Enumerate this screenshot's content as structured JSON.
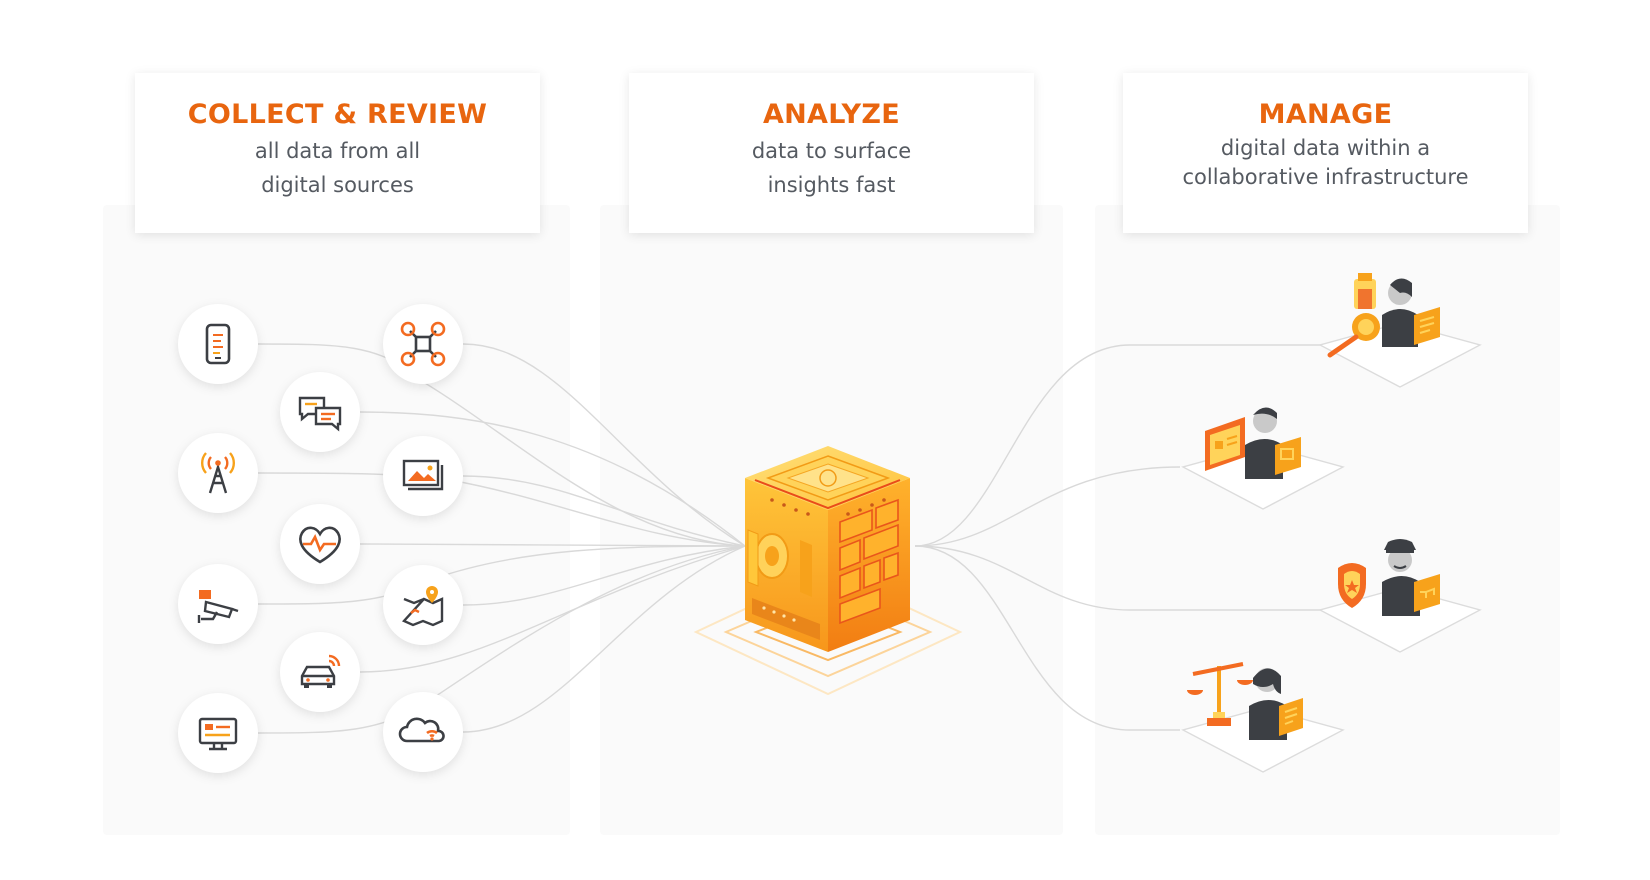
{
  "columns": [
    {
      "title": "COLLECT & REVIEW",
      "subtitle": "all data from all\ndigital sources"
    },
    {
      "title": "ANALYZE",
      "subtitle": "data to surface\ninsights fast"
    },
    {
      "title": "MANAGE",
      "subtitle": "digital data within a\ncollaborative infrastructure"
    }
  ],
  "sources": [
    {
      "icon": "smartphone-icon"
    },
    {
      "icon": "drone-icon"
    },
    {
      "icon": "chat-icon"
    },
    {
      "icon": "cell-tower-icon"
    },
    {
      "icon": "image-gallery-icon"
    },
    {
      "icon": "heart-rate-icon"
    },
    {
      "icon": "cctv-camera-icon"
    },
    {
      "icon": "map-location-icon"
    },
    {
      "icon": "connected-car-icon"
    },
    {
      "icon": "computer-monitor-icon"
    },
    {
      "icon": "cloud-icon"
    }
  ],
  "hub": {
    "icon": "analytics-cube-icon"
  },
  "managers": [
    {
      "icon": "investigator-icon"
    },
    {
      "icon": "analyst-icon"
    },
    {
      "icon": "police-officer-icon"
    },
    {
      "icon": "legal-icon"
    }
  ],
  "colors": {
    "accent": "#e8650f",
    "orange": "#f7a21b",
    "yellow": "#ffc93c",
    "text": "#555a61",
    "line": "#d8d8d8"
  }
}
